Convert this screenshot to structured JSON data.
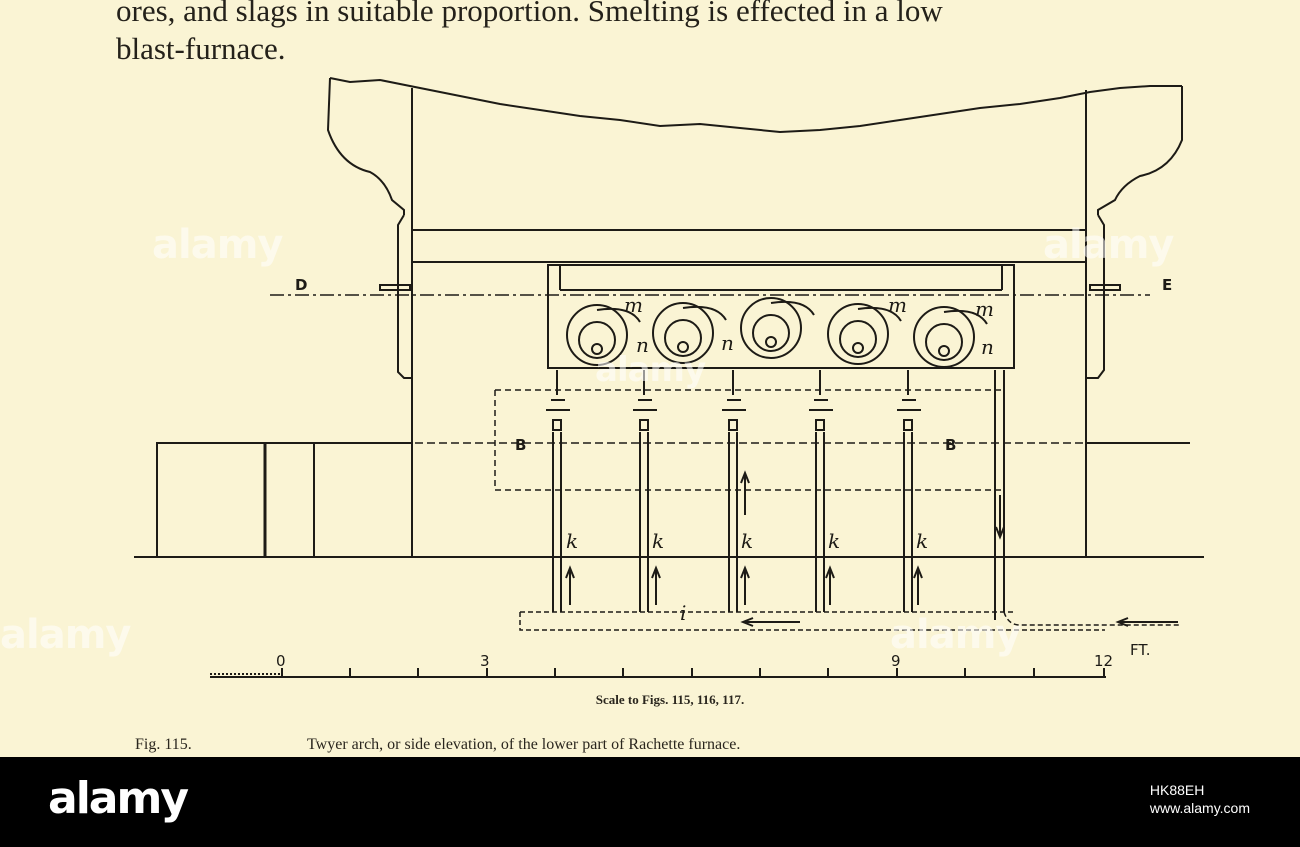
{
  "body_text": {
    "line1": "ores, and slags in suitable proportion.  Smelting  is effected in a low",
    "line2": "blast-furnace."
  },
  "figure_labels": {
    "D": "D",
    "E": "E",
    "B_left": "B",
    "B_right": "B",
    "m": "m",
    "n": "n",
    "k": "k",
    "i": "i"
  },
  "scale": {
    "ticks": [
      "0",
      "3",
      "9",
      "12"
    ],
    "unit": "FT.",
    "caption": "Scale to Figs. 115, 116, 117."
  },
  "caption": {
    "figure_number": "Fig. 115.",
    "text": "Twyer arch, or side elevation, of the lower part of Rachette furnace."
  },
  "watermark": {
    "text": "alamy"
  },
  "footer": {
    "logo": "alamy",
    "site": "www.alamy.com",
    "image_id": "HK88EH"
  }
}
